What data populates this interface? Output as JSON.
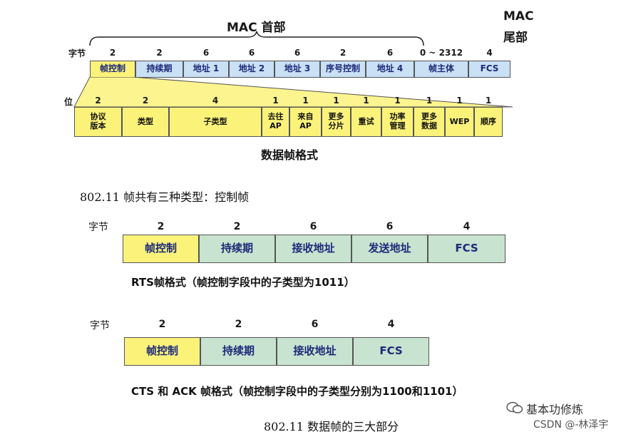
{
  "mac_header_label": "MAC 首部",
  "mac_trailer_label_1": "MAC",
  "mac_trailer_label_2": "尾部",
  "byte_label": "字节",
  "bit_label": "位",
  "mac_frame": {
    "sizes": [
      "2",
      "2",
      "6",
      "6",
      "6",
      "2",
      "6",
      "0 ~ 2312",
      "4"
    ],
    "fields": [
      "帧控制",
      "持续期",
      "地址 1",
      "地址 2",
      "地址 3",
      "序号控制",
      "地址 4",
      "帧主体",
      "FCS"
    ]
  },
  "frame_control": {
    "sizes": [
      "2",
      "2",
      "4",
      "1",
      "1",
      "1",
      "1",
      "1",
      "1",
      "1",
      "1"
    ],
    "fields": [
      "协议\n版本",
      "类型",
      "子类型",
      "去往\nAP",
      "来自\nAP",
      "更多\n分片",
      "重试",
      "功率\n管理",
      "更多\n数据",
      "WEP",
      "顺序"
    ]
  },
  "data_frame_format_caption": "数据帧格式",
  "types_line": "802.11  帧共有三种类型：控制帧",
  "rts": {
    "sizes": [
      "2",
      "2",
      "6",
      "6",
      "4"
    ],
    "fields": [
      "帧控制",
      "持续期",
      "接收地址",
      "发送地址",
      "FCS"
    ],
    "caption": "RTS帧格式（帧控制字段中的子类型为1011）"
  },
  "cts": {
    "sizes": [
      "2",
      "2",
      "6",
      "4"
    ],
    "fields": [
      "帧控制",
      "持续期",
      "接收地址",
      "FCS"
    ],
    "caption": "CTS 和 ACK 帧格式（帧控制字段中的子类型分别为1100和1101）"
  },
  "data_three_parts": "802.11  数据帧的三大部分",
  "watermark_1": "基本功修炼",
  "watermark_2": "CSDN @-林泽宇",
  "colors": {
    "yellow": "#fbf27a",
    "blue": "#c9e0f5",
    "green": "#c8e3cf"
  }
}
